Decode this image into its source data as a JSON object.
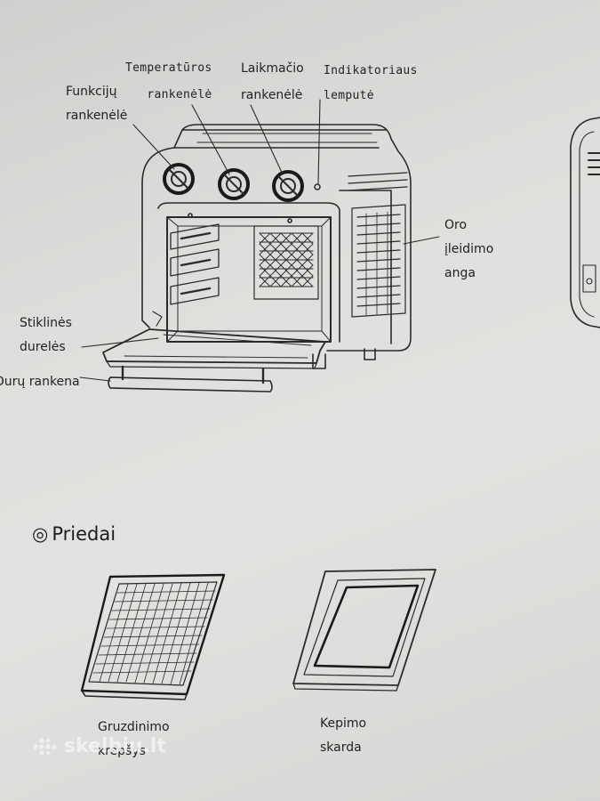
{
  "labels": {
    "function_knob": "Funkcijų\nrankenėlė",
    "temperature_knob": "Temperatūros\nrankenėlė",
    "timer_knob": "Laikmačio\nrankenėlė",
    "indicator_lamp": "Indikatoriaus\nlemputė",
    "air_inlet": "Oro\nįleidimo\nanga",
    "glass_door": "Stiklinės\ndurelės",
    "door_handle": "Durų rankena"
  },
  "accessories": {
    "title": "Priedai",
    "title_symbol": "◎",
    "frying_basket": "Gruzdinimo\nkrepšys",
    "baking_tray": "Kepimo\nskarda"
  },
  "watermark": {
    "text": "skelbiu.lt"
  }
}
